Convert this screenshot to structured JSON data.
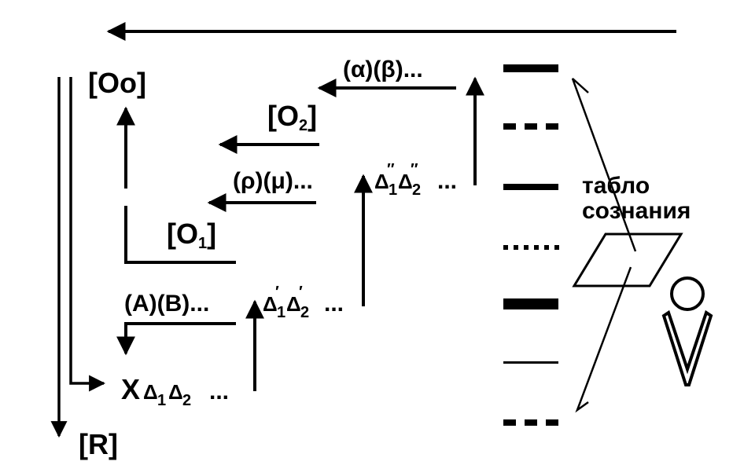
{
  "labels": {
    "o0": "[Oo]",
    "o2_open": "[O",
    "o2_sub": "2",
    "o2_close": "]",
    "o1_open": "[O",
    "o1_sub": "1",
    "o1_close": "]",
    "r": "[R]",
    "alpha_beta": "(α)(β)...",
    "rho_mu": "(ρ)(μ)...",
    "a_b": "(A)(B)...",
    "x_base": "X",
    "delta1": "Δ",
    "delta2": "Δ",
    "sub1": "1",
    "sub2": "2",
    "ellipsis": "...",
    "prime1": "′",
    "prime2": "″",
    "panel_line1": "табло",
    "panel_line2": "сознания"
  }
}
